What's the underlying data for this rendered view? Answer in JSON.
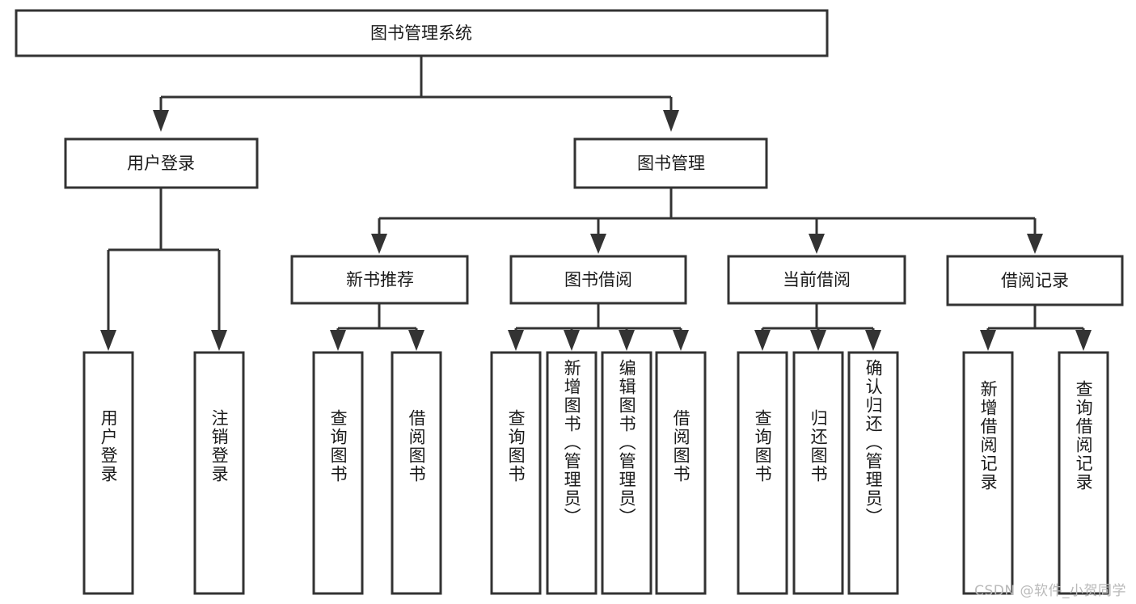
{
  "diagram": {
    "title_node": {
      "label": "图书管理系统"
    },
    "level1": [
      {
        "id": "user-login",
        "label": "用户登录"
      },
      {
        "id": "book-management",
        "label": "图书管理"
      }
    ],
    "level2": [
      {
        "id": "new-book-recommend",
        "label": "新书推荐"
      },
      {
        "id": "book-borrow",
        "label": "图书借阅"
      },
      {
        "id": "current-borrow",
        "label": "当前借阅"
      },
      {
        "id": "borrow-record",
        "label": "借阅记录"
      }
    ],
    "leaves": [
      {
        "id": "leaf-user-login",
        "label": "用户登录",
        "parent": "user-login"
      },
      {
        "id": "leaf-logout-login",
        "label": "注销登录",
        "parent": "user-login"
      },
      {
        "id": "leaf-query-book-1",
        "label": "查询图书",
        "parent": "new-book-recommend"
      },
      {
        "id": "leaf-borrow-book-1",
        "label": "借阅图书",
        "parent": "new-book-recommend"
      },
      {
        "id": "leaf-query-book-2",
        "label": "查询图书",
        "parent": "book-borrow"
      },
      {
        "id": "leaf-add-book",
        "label": "新增图书（管理员）",
        "parent": "book-borrow"
      },
      {
        "id": "leaf-edit-book",
        "label": "编辑图书（管理员）",
        "parent": "book-borrow"
      },
      {
        "id": "leaf-borrow-book-2",
        "label": "借阅图书",
        "parent": "book-borrow"
      },
      {
        "id": "leaf-query-book-3",
        "label": "查询图书",
        "parent": "current-borrow"
      },
      {
        "id": "leaf-return-book",
        "label": "归还图书",
        "parent": "current-borrow"
      },
      {
        "id": "leaf-confirm-return",
        "label": "确认归还（管理员）",
        "parent": "current-borrow"
      },
      {
        "id": "leaf-add-record",
        "label": "新增借阅记录",
        "parent": "borrow-record"
      },
      {
        "id": "leaf-query-record",
        "label": "查询借阅记录",
        "parent": "borrow-record"
      }
    ],
    "colors": {
      "stroke": "#333333",
      "fill": "#ffffff",
      "text": "#1a1a1a",
      "watermark": "#b9b9b9"
    }
  },
  "watermark": {
    "text": "CSDN @软件_小贺同学"
  }
}
